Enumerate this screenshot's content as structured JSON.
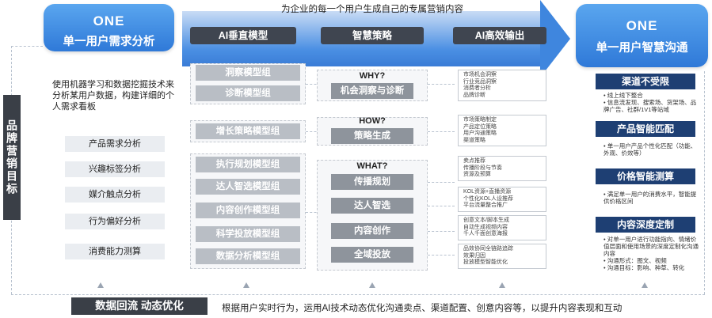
{
  "goal_label": "品牌营销目标",
  "left_header": {
    "line1": "ONE",
    "line2": "单一用户需求分析"
  },
  "right_header": {
    "line1": "ONE",
    "line2": "单一用户智慧沟通"
  },
  "arrow": {
    "title": "为企业的每一个用户生成自己的专属营销内容",
    "columns": [
      "AI垂直模型",
      "智慧策略",
      "AI高效输出"
    ]
  },
  "needs": {
    "intro": "使用机器学习和数据挖掘技术来分析某用户数据，构建详细的个人需求看板",
    "items": [
      "产品需求分析",
      "兴趣标签分析",
      "媒介触点分析",
      "行为偏好分析",
      "消费能力测算"
    ]
  },
  "models": [
    "洞察模型组",
    "诊断模型组",
    "增长策略模型组",
    "执行规划模型组",
    "达人智选模型组",
    "内容创作模型组",
    "科学投放模型组",
    "数据分析模型组"
  ],
  "strategy": {
    "why_title": "WHY?",
    "why_item": "机会洞察与诊断",
    "how_title": "HOW?",
    "how_item": "策略生成",
    "what_title": "WHAT?",
    "what_items": [
      "传播规划",
      "达人智选",
      "内容创作",
      "全域投放"
    ]
  },
  "outputs": [
    [
      "市场机会洞察",
      "行业竞品洞察",
      "消费者分析",
      "品牌诊断"
    ],
    [
      "市场策略制定",
      "产品定位策略",
      "用户沟通策略",
      "渠道策略"
    ],
    [
      "卖点推荐",
      "传播阶段与节奏",
      "资源及预算"
    ],
    [
      "KOL资源+直播资源",
      "个性化KOL人设推荐",
      "平台流量整合推广"
    ],
    [
      "创意文本/脚本生成",
      "自动生成视频内容",
      "千人千面创意海报"
    ],
    [
      "品效协同全链路追踪",
      "效果归因",
      "投放模型智能优化"
    ]
  ],
  "capabilities": [
    {
      "title": "渠道不受限",
      "desc": [
        "• 线上线下整合",
        "• 信息流发现、搜索场、货架场、品牌广告、社群/1V1等站域"
      ]
    },
    {
      "title": "产品智能匹配",
      "desc": [
        "• 单一用户产品个性化匹配（功能、外观、价效等）"
      ]
    },
    {
      "title": "价格智能测算",
      "desc": [
        "• 满足单一用户的消费水平，智能提供价格区间"
      ]
    },
    {
      "title": "内容深度定制",
      "desc": [
        "• 对单一用户进行功能指向、情绪价值层面和使用场景的深度定制化沟通内容",
        "• 沟通形式：图文、视频",
        "• 沟通目标：影响、种草、转化"
      ]
    }
  ],
  "bottom": {
    "tag": "数据回流 动态优化",
    "text": "根据用户实时行为，运用AI技术动态优化沟通卖点、渠道配置、创意内容等，以提升内容表现和互动"
  }
}
